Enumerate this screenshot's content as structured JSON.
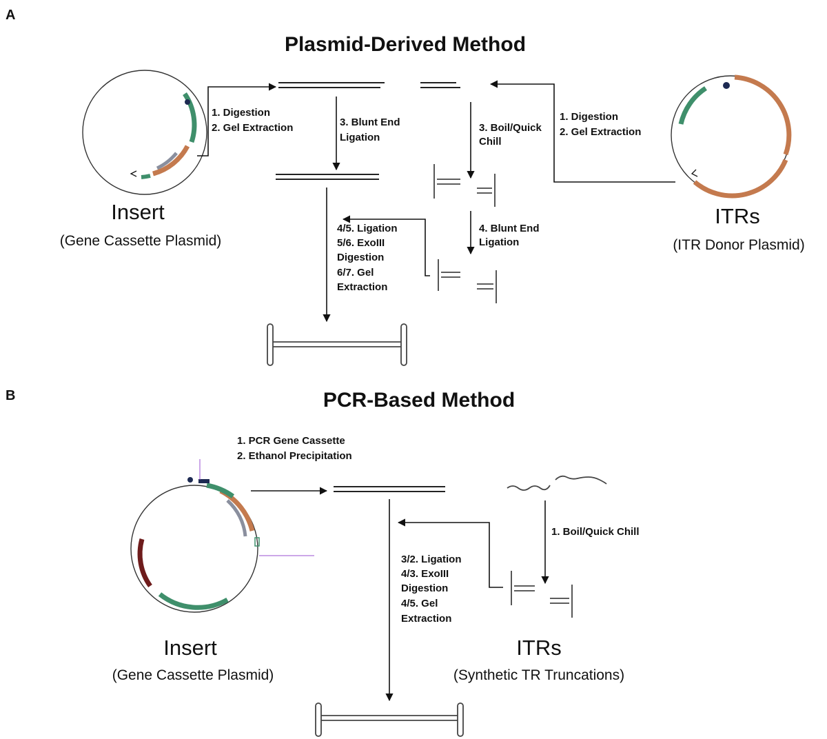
{
  "panel_a": {
    "label": "A",
    "title": "Plasmid-Derived Method",
    "insert_steps": [
      "1. Digestion",
      "2. Gel Extraction"
    ],
    "blunt_ligation": [
      "3. Blunt End",
      "Ligation"
    ],
    "boil": [
      "3. Boil/Quick",
      "Chill"
    ],
    "itr_steps": [
      "1. Digestion",
      "2. Gel Extraction"
    ],
    "blunt_ligation_itr": [
      "4. Blunt End",
      "Ligation"
    ],
    "ligation_steps": [
      "4/5. Ligation",
      "5/6. ExoIII",
      "Digestion",
      "6/7. Gel",
      "Extraction"
    ],
    "insert_label": "Insert",
    "insert_sub": "(Gene Cassette Plasmid)",
    "itr_label": "ITRs",
    "itr_sub": "(ITR Donor Plasmid)"
  },
  "panel_b": {
    "label": "B",
    "title": "PCR-Based Method",
    "pcr_steps": [
      "1. PCR Gene Cassette",
      "2. Ethanol Precipitation"
    ],
    "boil": "1.  Boil/Quick Chill",
    "ligation_steps": [
      "3/2. Ligation",
      "4/3. ExoIII",
      "Digestion",
      "4/5. Gel",
      "Extraction"
    ],
    "insert_label": "Insert",
    "insert_sub": "(Gene Cassette Plasmid)",
    "itr_label": "ITRs",
    "itr_sub": "(Synthetic TR Truncations)"
  },
  "colors": {
    "orange": "#c47a4e",
    "green": "#3f8f6b",
    "gray": "#8a8f9e",
    "navy": "#1d2a52",
    "maroon": "#6e1c1c",
    "purple": "#9a4fd0"
  }
}
